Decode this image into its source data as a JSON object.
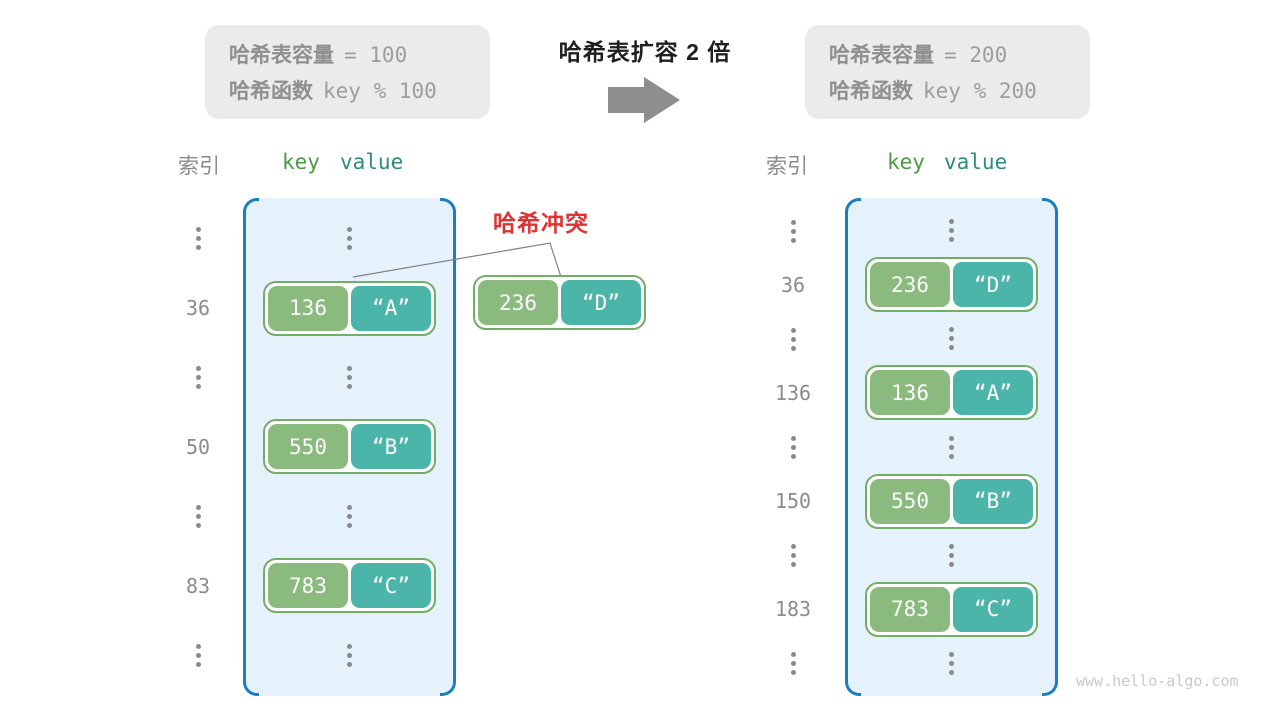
{
  "title": "哈希表扩容 2 倍",
  "left_info_box": {
    "line1_label": "哈希表容量",
    "line1_value": "= 100",
    "line2_label": "哈希函数",
    "line2_value": "key % 100"
  },
  "right_info_box": {
    "line1_label": "哈希表容量",
    "line1_value": "= 200",
    "line2_label": "哈希函数",
    "line2_value": "key % 200"
  },
  "collision_label": "哈希冲突",
  "collision_pair": {
    "key": "236",
    "value": "“D”"
  },
  "left_table": {
    "headers": {
      "index": "索引",
      "key": "key",
      "value": "value"
    },
    "rows": [
      {
        "type": "dots"
      },
      {
        "type": "pair",
        "index": "36",
        "key": "136",
        "value": "“A”"
      },
      {
        "type": "dots"
      },
      {
        "type": "pair",
        "index": "50",
        "key": "550",
        "value": "“B”"
      },
      {
        "type": "dots"
      },
      {
        "type": "pair",
        "index": "83",
        "key": "783",
        "value": "“C”"
      },
      {
        "type": "dots"
      }
    ]
  },
  "right_table": {
    "headers": {
      "index": "索引",
      "key": "key",
      "value": "value"
    },
    "rows": [
      {
        "type": "dots"
      },
      {
        "type": "pair",
        "index": "36",
        "key": "236",
        "value": "“D”"
      },
      {
        "type": "dots"
      },
      {
        "type": "pair",
        "index": "136",
        "key": "136",
        "value": "“A”"
      },
      {
        "type": "dots"
      },
      {
        "type": "pair",
        "index": "150",
        "key": "550",
        "value": "“B”"
      },
      {
        "type": "dots"
      },
      {
        "type": "pair",
        "index": "183",
        "key": "783",
        "value": "“C”"
      },
      {
        "type": "dots"
      }
    ]
  },
  "watermark": "www.hello-algo.com",
  "colors": {
    "bracket_blue": "#1b7ec3",
    "table_fill": "#e5f2fb",
    "key_green": "#8aba7e",
    "value_teal": "#4cb5a9",
    "pair_border_green": "#72ae65",
    "collision_red": "#dd3333",
    "gray_box": "#ebebeb",
    "text_gray": "#8b8b8b",
    "arrow_gray": "#8e8e8e"
  }
}
